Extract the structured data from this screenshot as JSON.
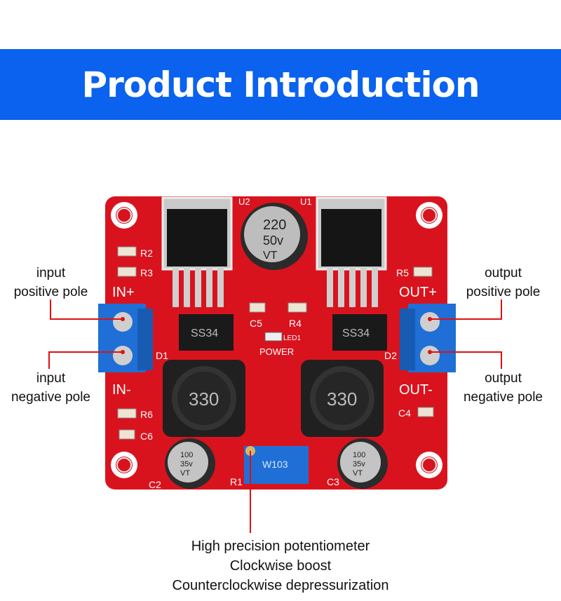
{
  "header": {
    "title": "Product Introduction"
  },
  "labels": {
    "input_positive": [
      "input",
      "positive pole"
    ],
    "input_negative": [
      "input",
      "negative pole"
    ],
    "output_positive": [
      "output",
      "positive pole"
    ],
    "output_negative": [
      "output",
      "negative pole"
    ]
  },
  "board_text": {
    "in_plus": "IN+",
    "in_minus": "IN-",
    "out_plus": "OUT+",
    "out_minus": "OUT-",
    "u1": "U1",
    "u2": "U2",
    "r1": "R1",
    "r2": "R2",
    "r3": "R3",
    "r4": "R4",
    "r5": "R5",
    "r6": "R6",
    "c2": "C2",
    "c3": "C3",
    "c4": "C4",
    "c5": "C5",
    "c6": "C6",
    "d1": "D1",
    "d2": "D2",
    "led1": "LED1",
    "power": "POWER",
    "cap_big": [
      "220",
      "50v",
      "VT"
    ],
    "cap_small_left": [
      "100",
      "35v",
      "VT"
    ],
    "cap_small_right": [
      "100",
      "35v",
      "VT"
    ],
    "diode_marking": "SS34",
    "inductor_marking": "330",
    "pot_marking": "W103"
  },
  "footer": {
    "lines": [
      "High precision potentiometer",
      "Clockwise boost",
      "Counterclockwise depressurization"
    ]
  },
  "colors": {
    "banner": "#0a62ee",
    "pcb": "#d9131e",
    "terminal": "#1f6fd6",
    "callout": "#e01010"
  }
}
